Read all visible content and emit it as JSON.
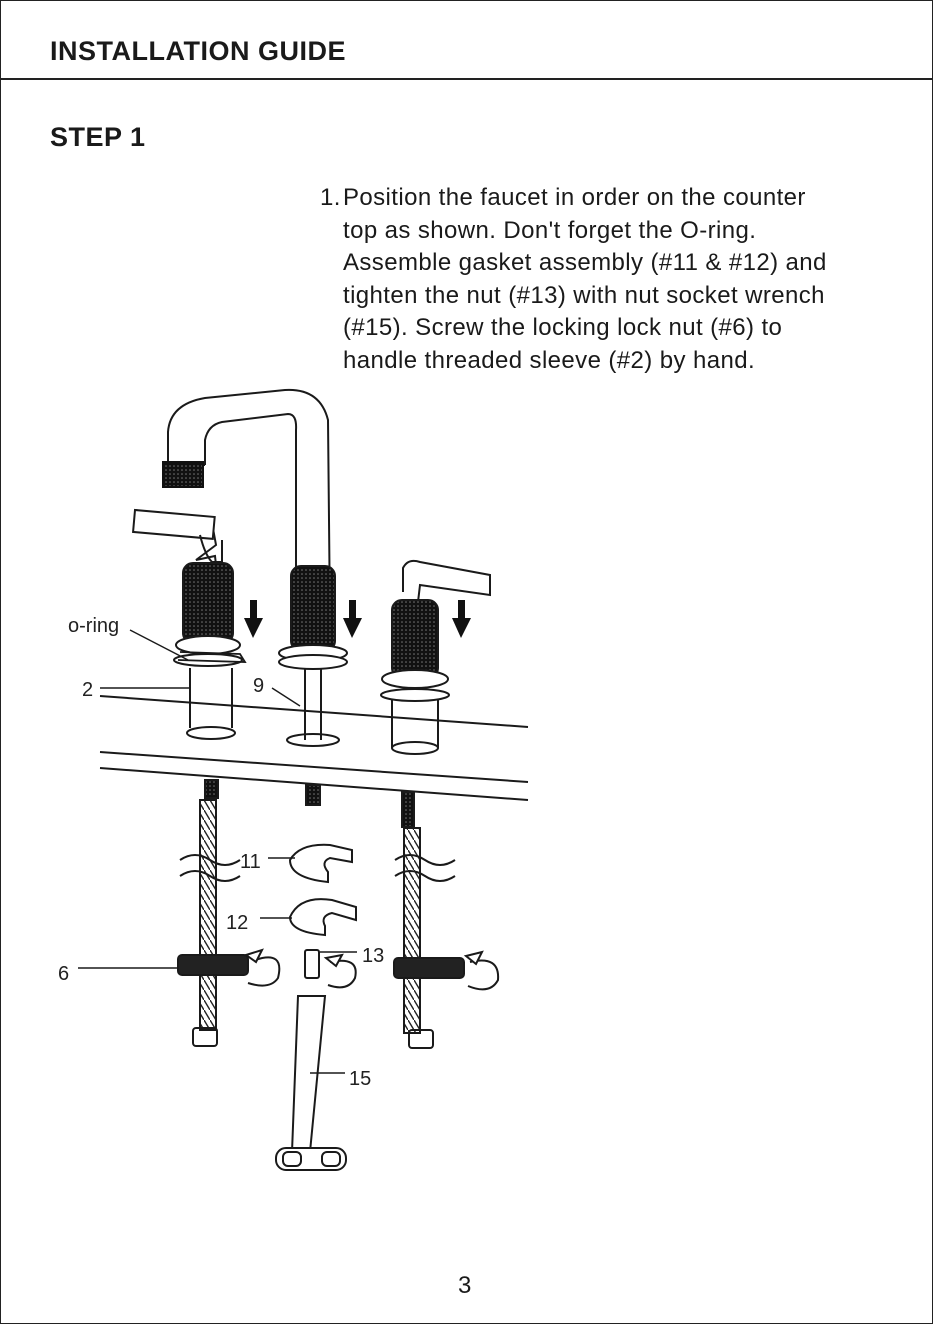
{
  "header": {
    "title": "INSTALLATION GUIDE"
  },
  "step": {
    "title": "STEP 1"
  },
  "instruction": {
    "number": "1.",
    "lines": [
      "Position the faucet in order on the counter",
      "top as shown. Don't forget the O-ring.",
      "Assemble gasket assembly (#11 & #12) and",
      "tighten the nut (#13) with nut socket wrench",
      "(#15). Screw the locking lock nut (#6) to",
      "handle threaded sleeve (#2) by hand."
    ]
  },
  "callouts": {
    "oring": "o-ring",
    "part2": "2",
    "part9": "9",
    "part11": "11",
    "part12": "12",
    "part13": "13",
    "part6": "6",
    "part15": "15"
  },
  "footer": {
    "page_number": "3"
  }
}
